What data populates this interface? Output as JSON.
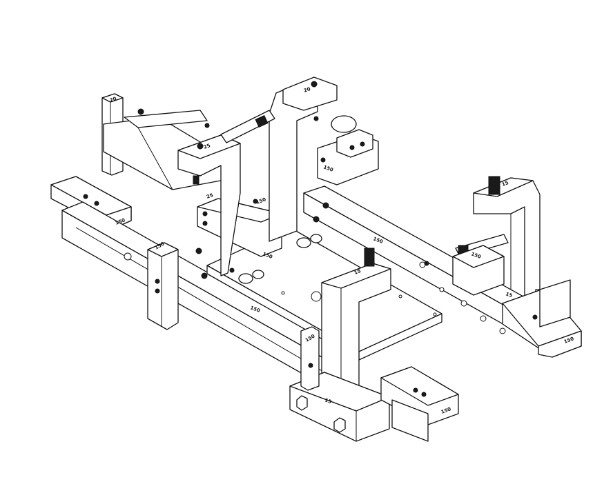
{
  "drawing": {
    "labels": [
      "20",
      "20",
      "25",
      "25",
      "150",
      "150",
      "150",
      "150",
      "150",
      "150",
      "150",
      "150",
      "150",
      "15",
      "15",
      "15",
      "15",
      "150",
      "150"
    ],
    "colors": {
      "line": "#111111",
      "fill": "#ffffff",
      "bolt": "#1a1a1a"
    }
  }
}
